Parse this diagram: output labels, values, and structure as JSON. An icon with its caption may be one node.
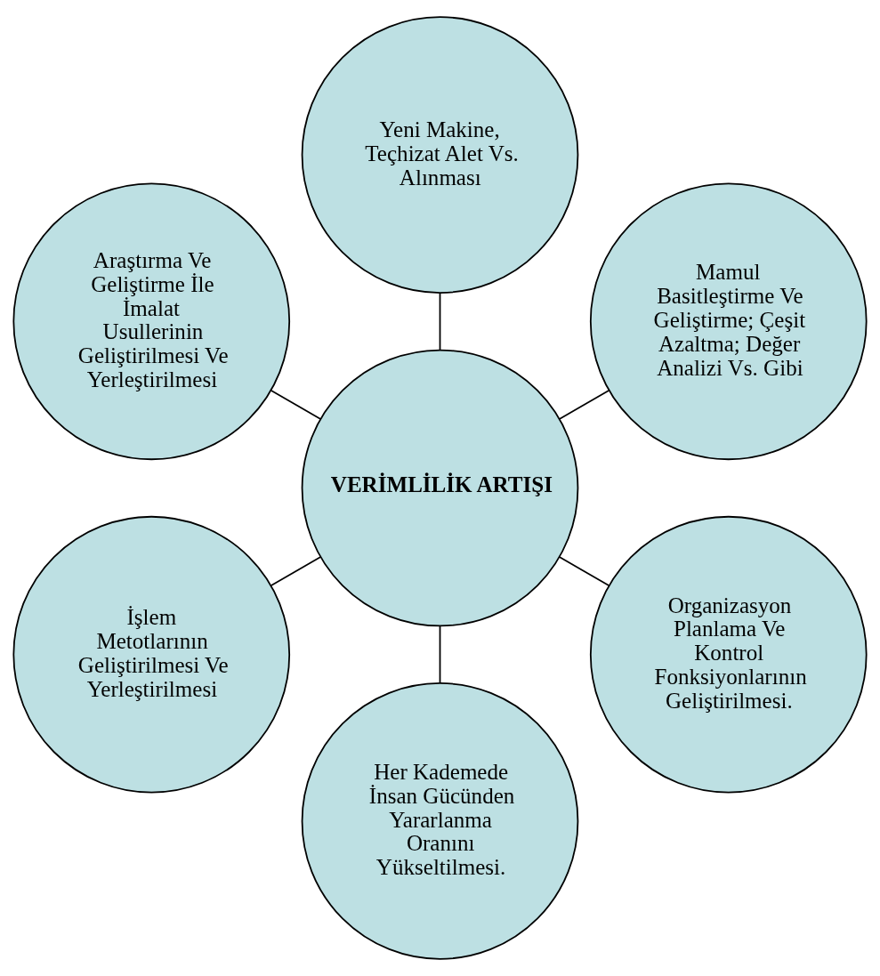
{
  "diagram": {
    "nodes": [
      {
        "text": [
          "Mamul Basitleştirme Ve Geliştirme; Çeşit Azaltma; Değer Analizi Vs. Gibi"
        ]
      },
      {
        "text": [
          "Yeni Makine, Teçhizat Alet Vs. Alınması"
        ]
      },
      {
        "text": [
          "Araştırma Ve Geliştirme İle İmalat Usullerinin Geliştirilmesi Ve Yerleştirilmesi"
        ]
      },
      {
        "text": [
          "VERİMLİLİK ARTIŞI"
        ]
      },
      {
        "text": [
          "İşlem Metotlarının Geliştirilmesi Ve Yerleştirilmesi"
        ]
      },
      {
        "text": [
          "Her Kademede İnsan Gücünden Yararlanma Oranını Yükseltilmesi."
        ]
      },
      {
        "text": [
          "Organizasyon Planlama Ve Kontrol Fonksiyonlarının Geliştirilmesi."
        ]
      }
    ],
    "edges": [
      {
        "from": 3,
        "to": 0,
        "arrow": "none"
      },
      {
        "from": 3,
        "to": 1,
        "arrow": "none"
      },
      {
        "from": 3,
        "to": 2,
        "arrow": "none"
      },
      {
        "from": 3,
        "to": 4,
        "arrow": "none"
      },
      {
        "from": 3,
        "to": 5,
        "arrow": "none"
      },
      {
        "from": 3,
        "to": 6,
        "arrow": "none"
      }
    ]
  }
}
